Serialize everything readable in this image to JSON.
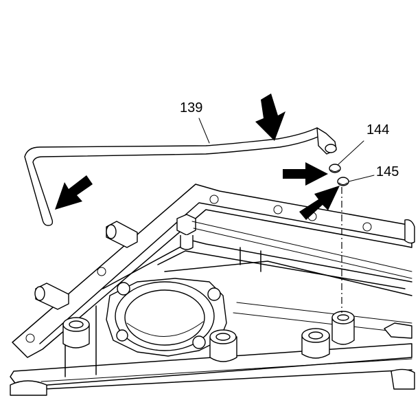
{
  "callouts": {
    "rod_label": "139",
    "clip_upper_label": "144",
    "clip_lower_label": "145"
  },
  "icons": {
    "pointer_arrow": "solid-black-arrow"
  },
  "colors": {
    "line": "#000000",
    "background": "#ffffff"
  }
}
